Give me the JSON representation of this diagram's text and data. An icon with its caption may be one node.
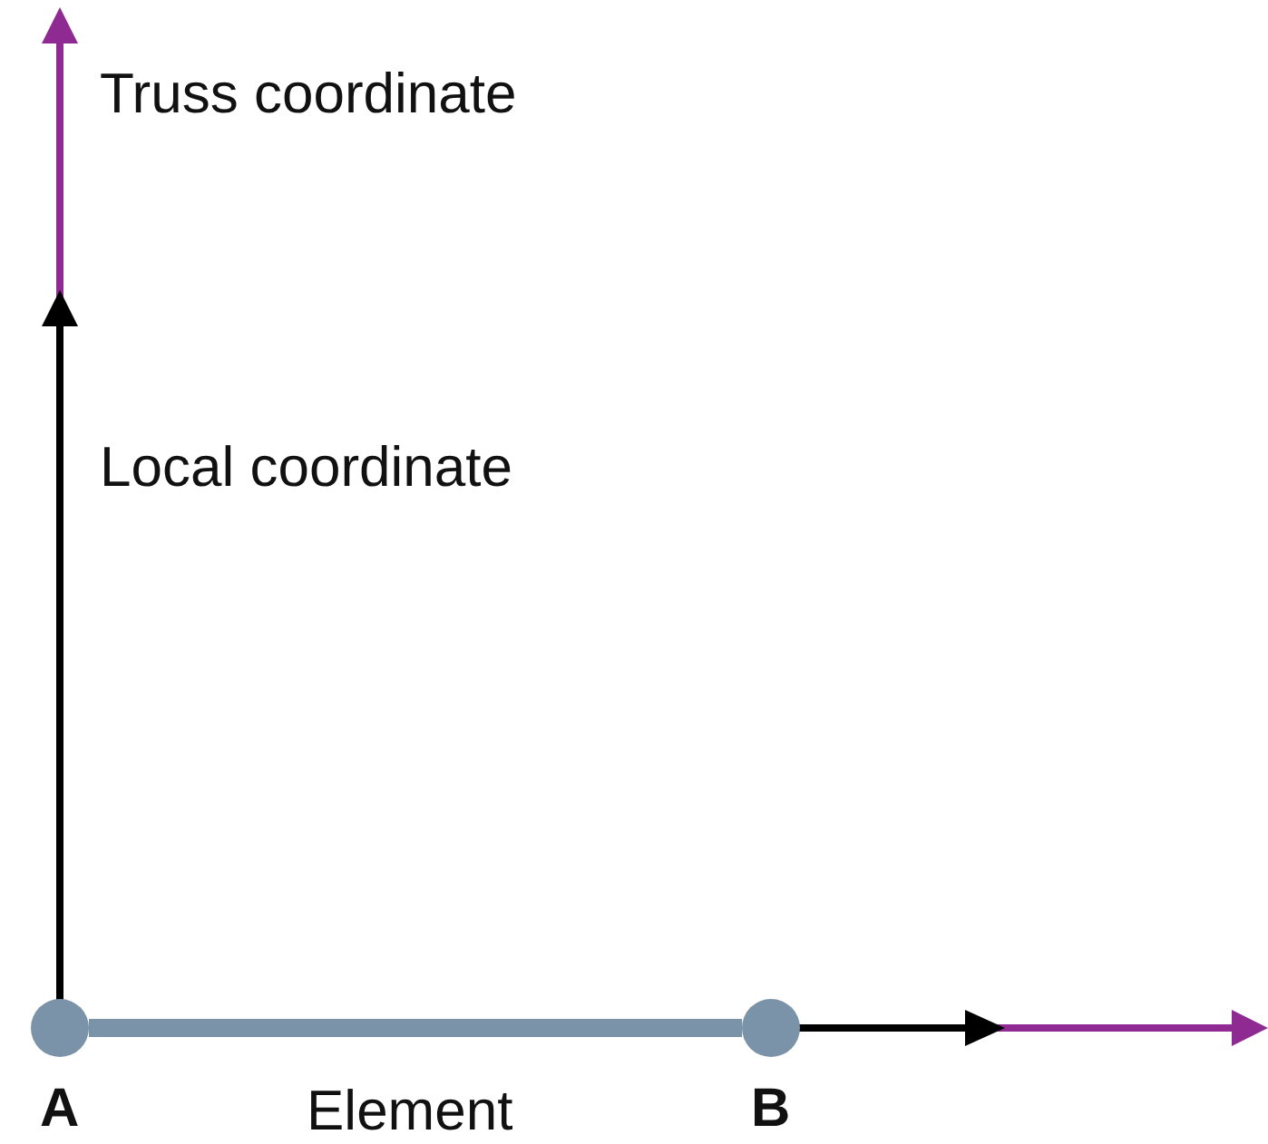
{
  "diagram": {
    "nodes": [
      {
        "text": [],
        "shape": "circle",
        "beside": [
          "A"
        ]
      },
      {
        "text": [],
        "shape": "circle",
        "beside": [
          "B"
        ]
      }
    ],
    "edges": [
      {
        "from": 0,
        "to": 1,
        "arrow": "none",
        "label": "Element"
      }
    ],
    "labels": [
      "Truss coordinate",
      "Local coordinate"
    ]
  }
}
